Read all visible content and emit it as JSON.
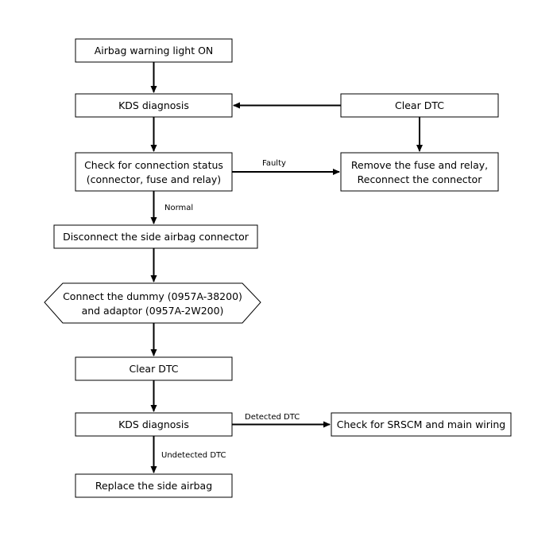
{
  "steps": {
    "warning_light": "Airbag warning light ON",
    "kds_diagnosis_1": "KDS diagnosis",
    "clear_dtc_right": "Clear DTC",
    "check_connection_line1": "Check for connection status",
    "check_connection_line2": "(connector, fuse and relay)",
    "remove_fuse_line1": "Remove the fuse and relay,",
    "remove_fuse_line2": "Reconnect the connector",
    "disconnect_side": "Disconnect the side airbag connector",
    "connect_dummy_line1": "Connect the dummy (0957A-38200)",
    "connect_dummy_line2": "and adaptor (0957A-2W200)",
    "clear_dtc_2": "Clear DTC",
    "kds_diagnosis_2": "KDS diagnosis",
    "check_srscm": "Check for SRSCM and main wiring",
    "replace_side_airbag": "Replace the side airbag"
  },
  "labels": {
    "faulty": "Faulty",
    "normal": "Normal",
    "detected_dtc": "Detected DTC",
    "undetected_dtc": "Undetected DTC"
  }
}
